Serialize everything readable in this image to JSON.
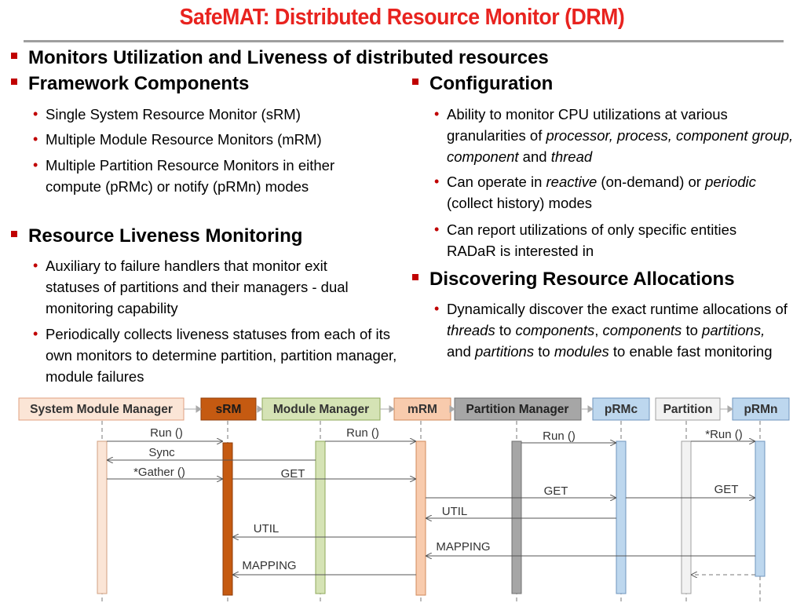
{
  "title": "SafeMAT: Distributed Resource Monitor (DRM)",
  "top_bullet": "Monitors Utilization and Liveness of distributed resources",
  "left": {
    "framework": {
      "heading": "Framework Components",
      "items": [
        "Single System Resource Monitor (sRM)",
        "Multiple Module Resource Monitors (mRM)",
        "Multiple Partition Resource Monitors in either compute (pRMc) or notify (pRMn) modes"
      ]
    },
    "liveness": {
      "heading": "Resource Liveness Monitoring",
      "items": [
        "Auxiliary to failure handlers that monitor exit statuses of partitions and their managers - dual monitoring capability",
        "Periodically collects liveness statuses from each of its own monitors to determine partition, partition manager, module failures"
      ]
    }
  },
  "right": {
    "configuration": {
      "heading": "Configuration",
      "item1": {
        "t1": "Ability to monitor CPU utilizations at various granularities of ",
        "i1": "processor, process, component group, component",
        "t2": " and ",
        "i2": "thread"
      },
      "item2": {
        "t1": "Can operate in ",
        "i1": "reactive",
        "t2": " (on-demand) or ",
        "i2": "periodic",
        "t3": " (collect history) modes"
      },
      "item3": "Can report utilizations of only specific entities RADaR is interested in"
    },
    "discovering": {
      "heading": "Discovering Resource Allocations",
      "item": {
        "t1": "Dynamically discover the exact runtime allocations of ",
        "i1": "threads",
        "t2": " to ",
        "i2": "components",
        "t3": ", ",
        "i3": "components",
        "t4": " to ",
        "i4": "partitions,",
        "t5": " and ",
        "i5": "partitions",
        "t6": " to ",
        "i6": "modules",
        "t7": " to enable fast monitoring"
      }
    }
  },
  "diagram": {
    "actors": [
      {
        "label": "System Module Manager",
        "fill": "#fbe5d6",
        "stroke": "#e0a080"
      },
      {
        "label": "sRM",
        "fill": "#c55a11",
        "stroke": "#8f3e0a"
      },
      {
        "label": "Module Manager",
        "fill": "#d5e3b5",
        "stroke": "#8faa5a"
      },
      {
        "label": "mRM",
        "fill": "#f8cbad",
        "stroke": "#d08a5a"
      },
      {
        "label": "Partition Manager",
        "fill": "#a6a6a6",
        "stroke": "#707070"
      },
      {
        "label": "pRMc",
        "fill": "#bdd7ee",
        "stroke": "#6f95bd"
      },
      {
        "label": "Partition",
        "fill": "#f2f2f2",
        "stroke": "#a0a0a0"
      },
      {
        "label": "pRMn",
        "fill": "#bdd7ee",
        "stroke": "#6f95bd"
      }
    ],
    "messages": {
      "run1": "Run ()",
      "run2": "Run ()",
      "run3": "Run ()",
      "run4": "*Run ()",
      "sync": "Sync",
      "gather": "*Gather ()",
      "get1": "GET",
      "get2": "GET",
      "get3": "GET",
      "util1": "UTIL",
      "util2": "UTIL",
      "mapping1": "MAPPING",
      "mapping2": "MAPPING"
    }
  }
}
